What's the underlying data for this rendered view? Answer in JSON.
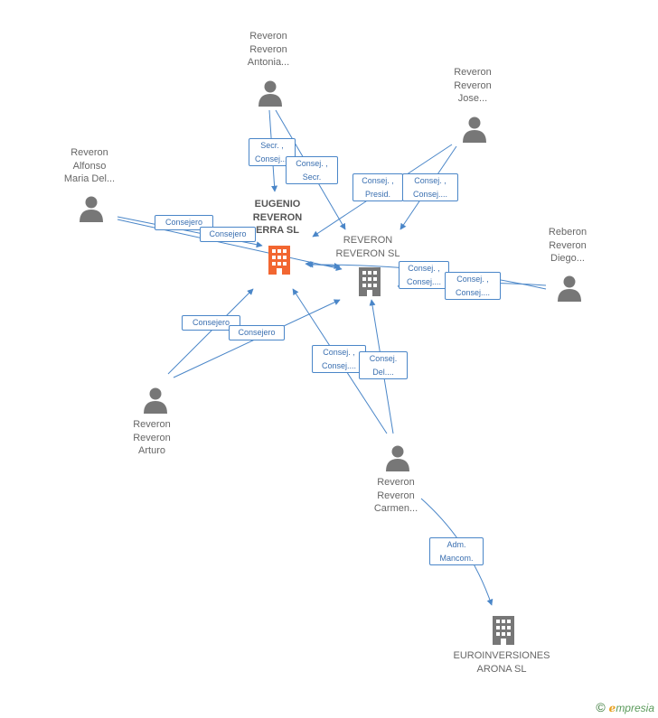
{
  "nodes": {
    "antonia": {
      "lines": [
        "Reveron",
        "Reveron",
        "Antonia..."
      ]
    },
    "jose": {
      "lines": [
        "Reveron",
        "Reveron",
        "Jose..."
      ]
    },
    "alfonso": {
      "lines": [
        "Reveron",
        "Alfonso",
        "Maria Del..."
      ]
    },
    "diego": {
      "lines": [
        "Reberon",
        "Reveron",
        "Diego..."
      ]
    },
    "arturo": {
      "lines": [
        "Reveron",
        "Reveron",
        "Arturo"
      ]
    },
    "carmen": {
      "lines": [
        "Reveron",
        "Reveron",
        "Carmen..."
      ]
    },
    "eugenio": {
      "lines": [
        "EUGENIO",
        "REVERON",
        "ERRA SL"
      ]
    },
    "reveron_sl": {
      "lines": [
        "REVERON",
        "REVERON SL"
      ]
    },
    "euroinversiones": {
      "lines": [
        "EUROINVERSIONES",
        "ARONA SL"
      ]
    }
  },
  "edges": {
    "antonia_eugenio": {
      "lines": [
        "Secr. ,",
        "Consej...."
      ]
    },
    "antonia_reveron": {
      "lines": [
        "Consej. ,",
        "Secr."
      ]
    },
    "jose_eugenio": {
      "lines": [
        "Consej. ,",
        "Presid."
      ]
    },
    "jose_reveron": {
      "lines": [
        "Consej. ,",
        "Consej...."
      ]
    },
    "alfonso_eugenio": {
      "lines": [
        "Consejero"
      ]
    },
    "alfonso_reveron": {
      "lines": [
        "Consejero"
      ]
    },
    "diego_eugenio": {
      "lines": [
        "Consej. ,",
        "Consej...."
      ]
    },
    "diego_reveron": {
      "lines": [
        "Consej. ,",
        "Consej...."
      ]
    },
    "arturo_eugenio": {
      "lines": [
        "Consejero"
      ]
    },
    "arturo_reveron": {
      "lines": [
        "Consejero"
      ]
    },
    "carmen_eugenio": {
      "lines": [
        "Consej. ,",
        "Consej...."
      ]
    },
    "carmen_reveron": {
      "lines": [
        "Consej.",
        "Del...."
      ]
    },
    "carmen_euro": {
      "lines": [
        "Adm.",
        "Mancom."
      ]
    }
  },
  "copyright": {
    "symbol": "©",
    "brand_e": "ℯ",
    "brand_rest": "mpresia"
  },
  "colors": {
    "edge": "#4a86c8",
    "person": "#777777",
    "company": "#777777",
    "main_company": "#f26631"
  }
}
